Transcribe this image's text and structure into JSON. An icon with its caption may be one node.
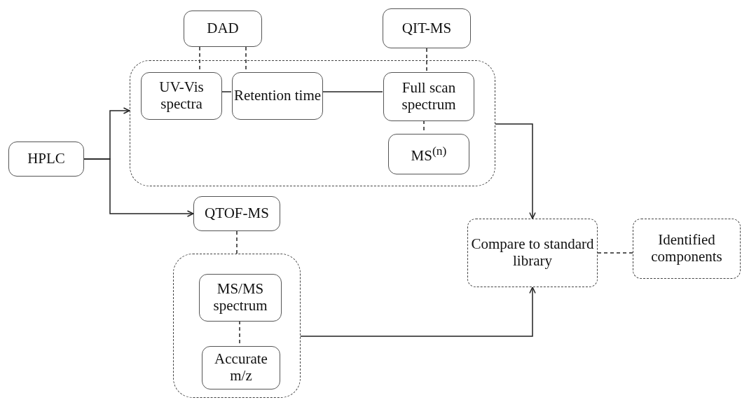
{
  "diagram": {
    "nodes": [
      {
        "text": [
          "HPLC"
        ]
      },
      {
        "text": [
          "DAD"
        ]
      },
      {
        "text": [
          "QIT-MS"
        ]
      },
      {
        "text": [],
        "shape": "box"
      },
      {
        "text": [
          "UV-Vis spectra"
        ],
        "in": 3
      },
      {
        "text": [
          "Retention time"
        ],
        "in": 3
      },
      {
        "text": [
          "Full scan spectrum"
        ],
        "in": 3
      },
      {
        "text": [
          "MS$^{(n)}$"
        ],
        "in": 3
      },
      {
        "text": [
          "QTOF-MS"
        ]
      },
      {
        "text": [],
        "shape": "box"
      },
      {
        "text": [
          "MS/MS spectrum"
        ],
        "in": 9
      },
      {
        "text": [
          "Accurate m/z"
        ],
        "in": 9
      },
      {
        "text": [
          "Compare to standard library"
        ]
      },
      {
        "text": [
          "Identified components"
        ]
      }
    ],
    "edges": [
      {
        "from": 0,
        "to": 3,
        "arrow": "to"
      },
      {
        "from": 0,
        "to": 8,
        "arrow": "to"
      },
      {
        "from": 1,
        "to": 4,
        "arrow": "none",
        "style": "dashed"
      },
      {
        "from": 1,
        "to": 5,
        "arrow": "none",
        "style": "dashed"
      },
      {
        "from": 2,
        "to": 6,
        "arrow": "none",
        "style": "dashed"
      },
      {
        "from": 4,
        "to": 5,
        "arrow": "none"
      },
      {
        "from": 5,
        "to": 6,
        "arrow": "none"
      },
      {
        "from": 6,
        "to": 7,
        "arrow": "none",
        "style": "dashed"
      },
      {
        "from": 8,
        "to": 9,
        "arrow": "none",
        "style": "dashed"
      },
      {
        "from": 10,
        "to": 11,
        "arrow": "none",
        "style": "dashed"
      },
      {
        "from": 3,
        "to": 12,
        "arrow": "to"
      },
      {
        "from": 9,
        "to": 12,
        "arrow": "to"
      },
      {
        "from": 12,
        "to": 13,
        "arrow": "none",
        "style": "dashed"
      }
    ]
  }
}
